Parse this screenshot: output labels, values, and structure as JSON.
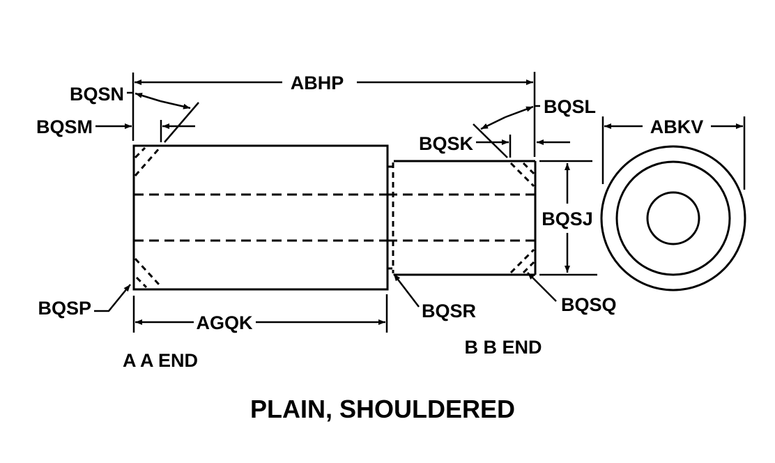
{
  "diagram": {
    "title": "PLAIN, SHOULDERED",
    "ends": {
      "a_end": "A A END",
      "b_end": "B B END"
    },
    "dimensions": {
      "overall_length": "ABHP",
      "outer_diameter": "ABKV",
      "shoulder_length": "AGQK",
      "shoulder_end_diameter": "BQSJ",
      "b_chamfer_length": "BQSK",
      "b_chamfer_angle": "BQSL",
      "a_chamfer_length": "BQSM",
      "a_chamfer_angle": "BQSN",
      "a_edge_break": "BQSP",
      "b_edge_break": "BQSQ",
      "shoulder_fillet": "BQSR"
    },
    "colors": {
      "line": "#000000",
      "background": "#ffffff"
    }
  }
}
